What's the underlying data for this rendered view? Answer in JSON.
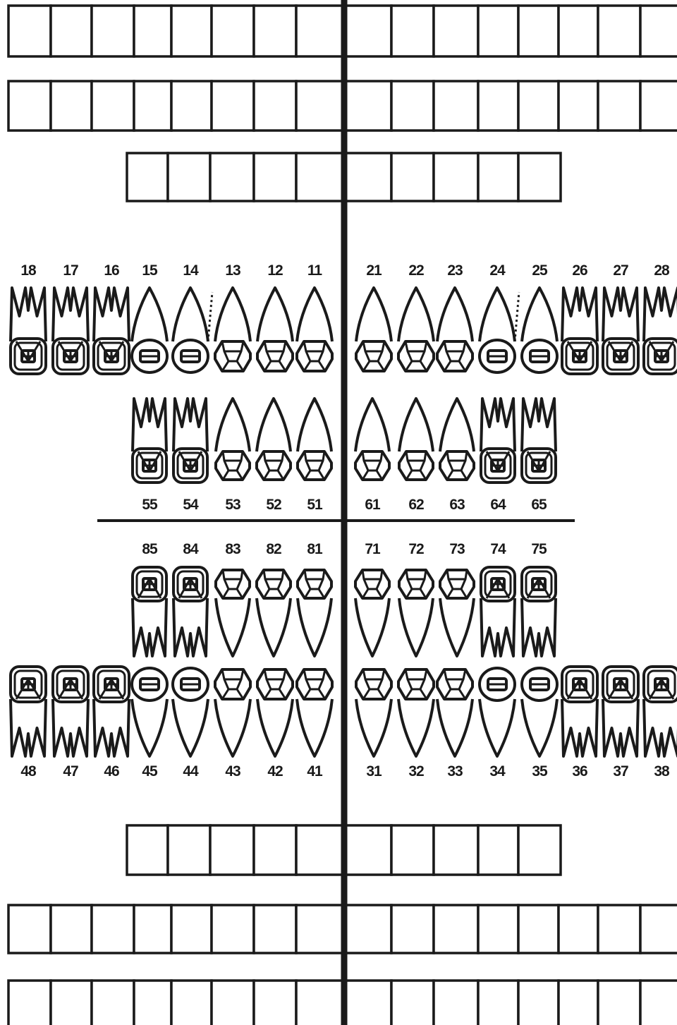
{
  "colors": {
    "ink": "#1a1a1a",
    "background": "#ffffff"
  },
  "permanent_upper": [
    "18",
    "17",
    "16",
    "15",
    "14",
    "13",
    "12",
    "11",
    "21",
    "22",
    "23",
    "24",
    "25",
    "26",
    "27",
    "28"
  ],
  "primary_upper": [
    "55",
    "54",
    "53",
    "52",
    "51",
    "61",
    "62",
    "63",
    "64",
    "65"
  ],
  "primary_lower": [
    "85",
    "84",
    "83",
    "82",
    "81",
    "71",
    "72",
    "73",
    "74",
    "75"
  ],
  "permanent_lower": [
    "48",
    "47",
    "46",
    "45",
    "44",
    "43",
    "42",
    "41",
    "31",
    "32",
    "33",
    "34",
    "35",
    "36",
    "37",
    "38"
  ],
  "tooth_types": {
    "permanent_upper": [
      "molar",
      "molar",
      "molar",
      "premolar",
      "premolar",
      "anterior",
      "anterior",
      "anterior",
      "anterior",
      "anterior",
      "anterior",
      "premolar",
      "premolar",
      "molar",
      "molar",
      "molar"
    ],
    "primary_upper": [
      "molar",
      "molar",
      "anterior",
      "anterior",
      "anterior",
      "anterior",
      "anterior",
      "anterior",
      "molar",
      "molar"
    ],
    "primary_lower": [
      "molar",
      "molar",
      "anterior",
      "anterior",
      "anterior",
      "anterior",
      "anterior",
      "anterior",
      "molar",
      "molar"
    ],
    "permanent_lower": [
      "molar",
      "molar",
      "molar",
      "premolar",
      "premolar",
      "anterior",
      "anterior",
      "anterior",
      "anterior",
      "anterior",
      "anterior",
      "premolar",
      "premolar",
      "molar",
      "molar",
      "molar"
    ]
  },
  "dotted_root_teeth": [
    "14",
    "24"
  ],
  "record_rows": [
    {
      "id": "top-row-1",
      "cells": 16
    },
    {
      "id": "top-row-2",
      "cells": 16
    },
    {
      "id": "top-row-primary",
      "cells": 10
    },
    {
      "id": "bottom-row-primary",
      "cells": 10
    },
    {
      "id": "bottom-row-2",
      "cells": 16
    },
    {
      "id": "bottom-row-1",
      "cells": 16
    }
  ]
}
